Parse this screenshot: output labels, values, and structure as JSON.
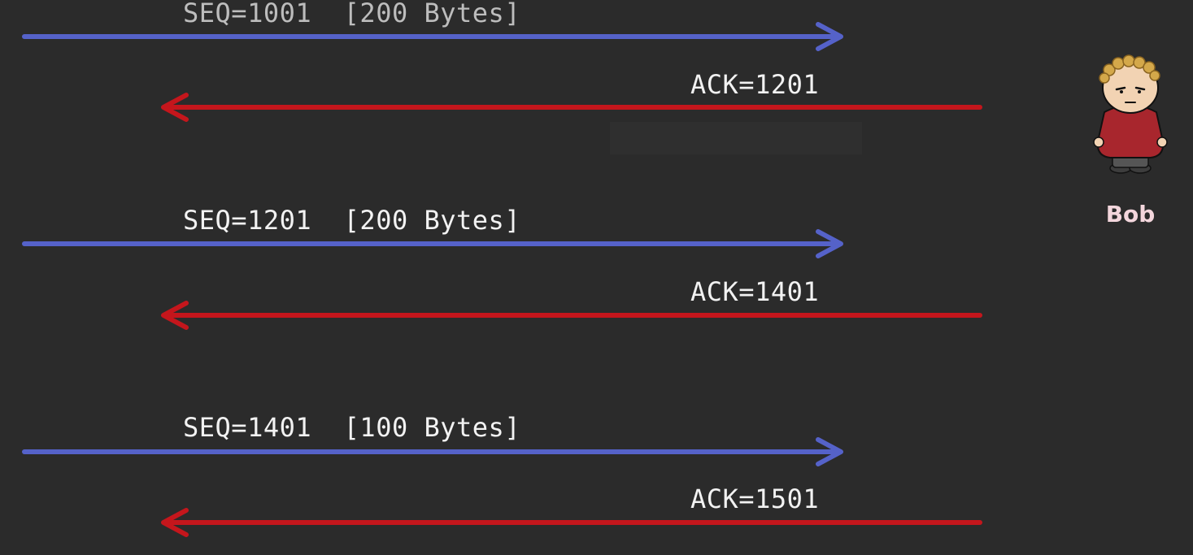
{
  "colors": {
    "background": "#2b2b2b",
    "seq_arrow": "#5562c9",
    "ack_arrow": "#c4161c",
    "label_text": "#f2f2f2",
    "participant_text": "#f3d6dc"
  },
  "participant": {
    "name": "Bob",
    "icon": "cartoon-character-icon"
  },
  "messages": [
    {
      "direction": "right",
      "label": "SEQ=1001  [200 Bytes]"
    },
    {
      "direction": "left",
      "label": "ACK=1201"
    },
    {
      "direction": "right",
      "label": "SEQ=1201  [200 Bytes]"
    },
    {
      "direction": "left",
      "label": "ACK=1401"
    },
    {
      "direction": "right",
      "label": "SEQ=1401  [100 Bytes]"
    },
    {
      "direction": "left",
      "label": "ACK=1501"
    }
  ]
}
